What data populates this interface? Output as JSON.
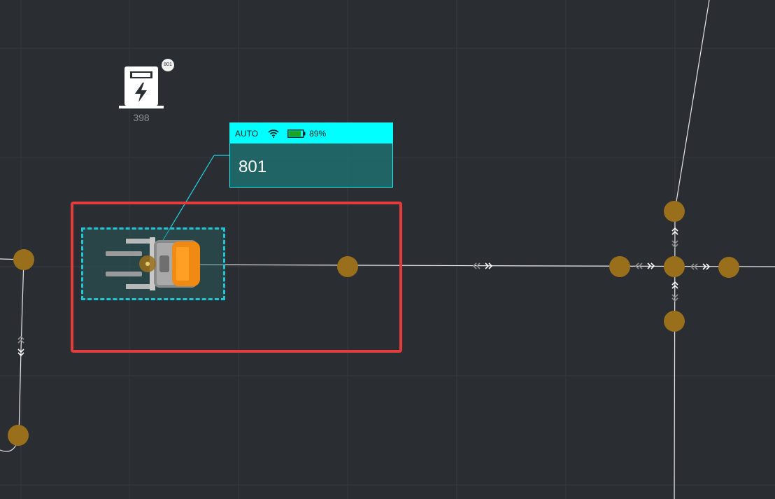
{
  "charger": {
    "station_id": "398",
    "assigned_vehicle": "801",
    "icon": "charging-station-icon"
  },
  "vehicle_card": {
    "mode": "AUTO",
    "wifi_icon": "wifi-icon",
    "battery_icon": "battery-icon",
    "battery_percent": "89%",
    "battery_level": 0.89,
    "vehicle_id": "801"
  },
  "vehicle": {
    "icon": "forklift-icon",
    "frame_color": "#22c6d6"
  },
  "selection": {
    "color": "#e23c3c"
  },
  "colors": {
    "background": "#2a2d31",
    "node": "#9a6f1c",
    "path": "#e8e8e8",
    "card_header": "#00ffff",
    "battery_fill": "#1aa51a"
  }
}
